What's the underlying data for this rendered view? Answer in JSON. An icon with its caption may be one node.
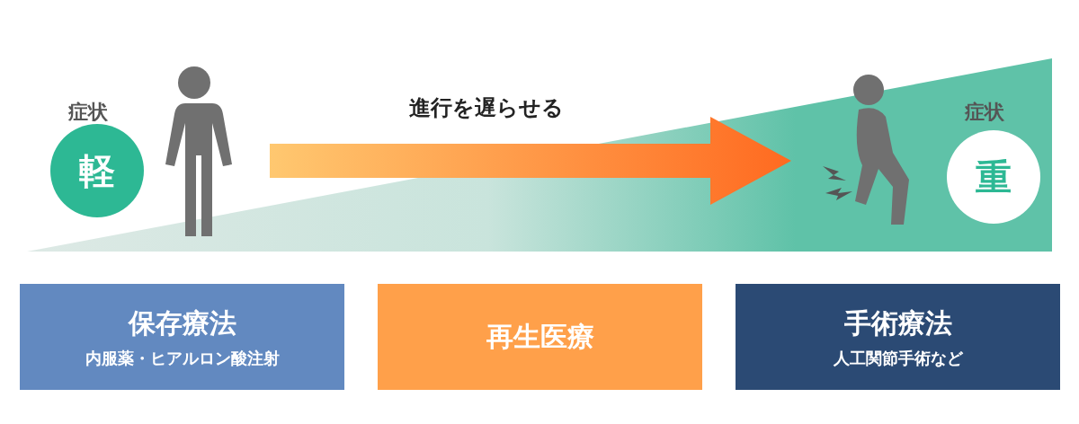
{
  "diagram": {
    "nodes": [
      {
        "text": [
          "症状",
          "軽"
        ]
      },
      {
        "text": [
          "症状",
          "重"
        ]
      },
      {
        "text": [
          "保存療法",
          "内服薬・ヒアルロン酸注射"
        ]
      },
      {
        "text": [
          "再生医療"
        ]
      },
      {
        "text": [
          "手術療法",
          "人工関節手術など"
        ]
      }
    ],
    "labels": [
      "進行を遅らせる"
    ]
  }
}
